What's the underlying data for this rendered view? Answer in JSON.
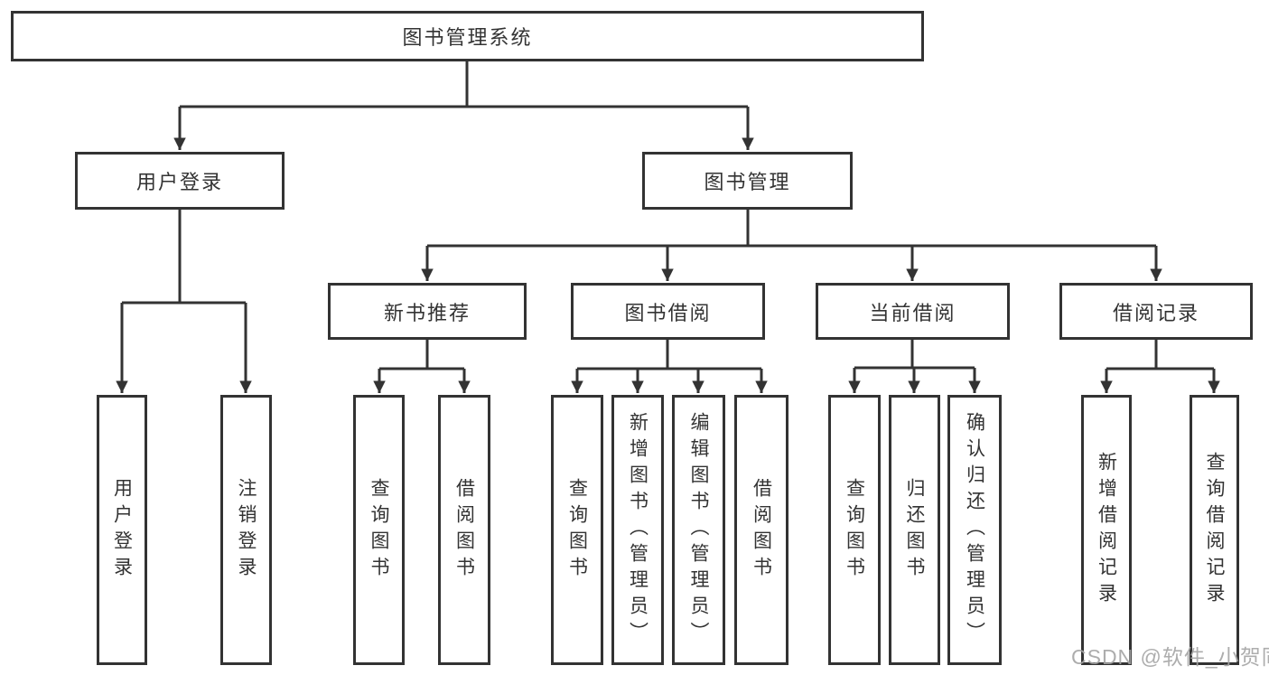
{
  "diagram": {
    "title": "图书管理系统",
    "branches": [
      {
        "label": "用户登录",
        "children": [
          {
            "label": "用户登录"
          },
          {
            "label": "注销登录"
          }
        ]
      },
      {
        "label": "图书管理",
        "children": [
          {
            "label": "新书推荐",
            "children": [
              {
                "label": "查询图书"
              },
              {
                "label": "借阅图书"
              }
            ]
          },
          {
            "label": "图书借阅",
            "children": [
              {
                "label": "查询图书"
              },
              {
                "label": "新增图书（管理员）"
              },
              {
                "label": "编辑图书（管理员）"
              },
              {
                "label": "借阅图书"
              }
            ]
          },
          {
            "label": "当前借阅",
            "children": [
              {
                "label": "查询图书"
              },
              {
                "label": "归还图书"
              },
              {
                "label": "确认归还（管理员）"
              }
            ]
          },
          {
            "label": "借阅记录",
            "children": [
              {
                "label": "新增借阅记录"
              },
              {
                "label": "查询借阅记录"
              }
            ]
          }
        ]
      }
    ]
  },
  "watermark": {
    "text": "CSDN @软件_小贺同学"
  },
  "colors": {
    "line": "#333333",
    "box_border": "#333333",
    "box_fill": "#ffffff",
    "text": "#333333",
    "watermark": "#a4a4a4",
    "background": "#ffffff"
  }
}
